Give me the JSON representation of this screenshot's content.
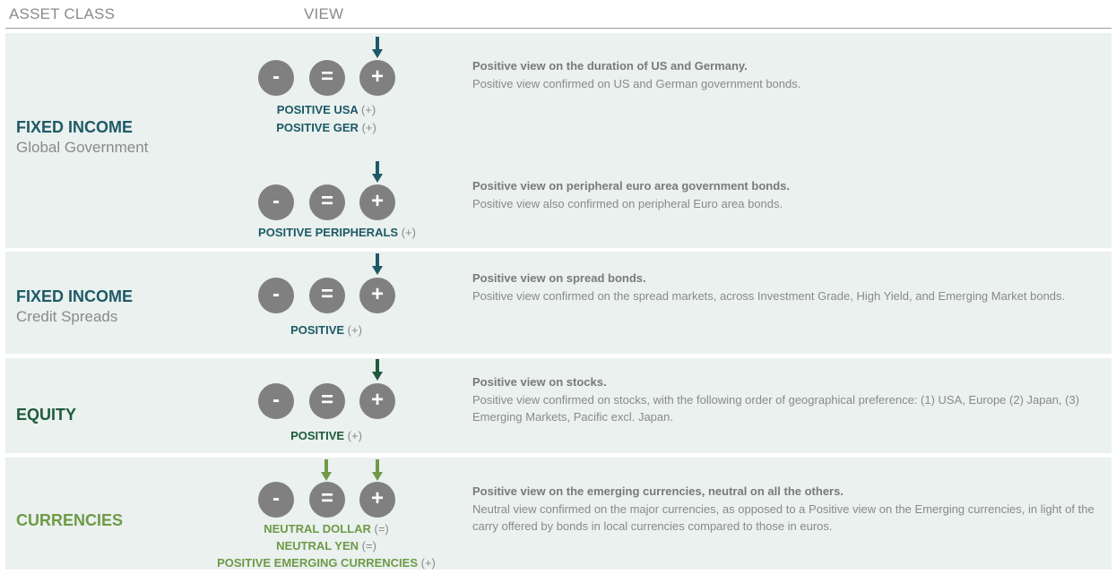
{
  "header": {
    "asset_class": "ASSET CLASS",
    "view": "VIEW"
  },
  "colors": {
    "band_bg": "#eaf1ef",
    "fixed_income_teal": "#1d5a66",
    "equity_green": "#1e5a3c",
    "currencies_green": "#6f9a47",
    "circle_gray": "#808080",
    "text_gray": "#8a8a8a"
  },
  "sections": [
    {
      "name": "FIXED INCOME",
      "subtitle": "Global Government",
      "rows": [
        {
          "labels": [
            {
              "text": "POSITIVE USA",
              "symbol": "(+)"
            },
            {
              "text": "POSITIVE GER",
              "symbol": "(+)"
            }
          ],
          "arrow_on": [
            "+"
          ],
          "title": "Positive view on the duration of US and Germany.",
          "body": "Positive view confirmed on US and German government bonds."
        },
        {
          "labels": [
            {
              "text": "POSITIVE PERIPHERALS",
              "symbol": "(+)"
            }
          ],
          "arrow_on": [
            "+"
          ],
          "title": "Positive view on peripheral euro area government bonds.",
          "body": "Positive view also confirmed on peripheral Euro area bonds."
        }
      ]
    },
    {
      "name": "FIXED INCOME",
      "subtitle": "Credit Spreads",
      "rows": [
        {
          "labels": [
            {
              "text": "POSITIVE",
              "symbol": "(+)"
            }
          ],
          "arrow_on": [
            "+"
          ],
          "title": "Positive view on spread bonds.",
          "body": "Positive view confirmed on the spread markets, across Investment Grade, High Yield, and Emerging Market bonds."
        }
      ]
    },
    {
      "name": "EQUITY",
      "subtitle": "",
      "rows": [
        {
          "labels": [
            {
              "text": "POSITIVE",
              "symbol": "(+)"
            }
          ],
          "arrow_on": [
            "+"
          ],
          "title": "Positive view on stocks.",
          "body": "Positive view confirmed on stocks, with the following order of geographical preference: (1) USA, Europe (2) Japan, (3) Emerging Markets, Pacific excl. Japan."
        }
      ]
    },
    {
      "name": "CURRENCIES",
      "subtitle": "",
      "rows": [
        {
          "labels": [
            {
              "text": "NEUTRAL DOLLAR",
              "symbol": "(=)"
            },
            {
              "text": "NEUTRAL YEN",
              "symbol": "(=)"
            },
            {
              "text": "POSITIVE EMERGING CURRENCIES",
              "symbol": "(+)"
            }
          ],
          "arrow_on": [
            "=",
            "+"
          ],
          "title": "Positive view on the emerging currencies, neutral on all the others.",
          "body": "Neutral view confirmed on the major currencies, as opposed to a Positive view on the Emerging currencies, in light of the carry offered by bonds in local currencies compared to those in euros."
        }
      ]
    }
  ],
  "symbols": {
    "minus": "-",
    "equal": "=",
    "plus": "+"
  }
}
